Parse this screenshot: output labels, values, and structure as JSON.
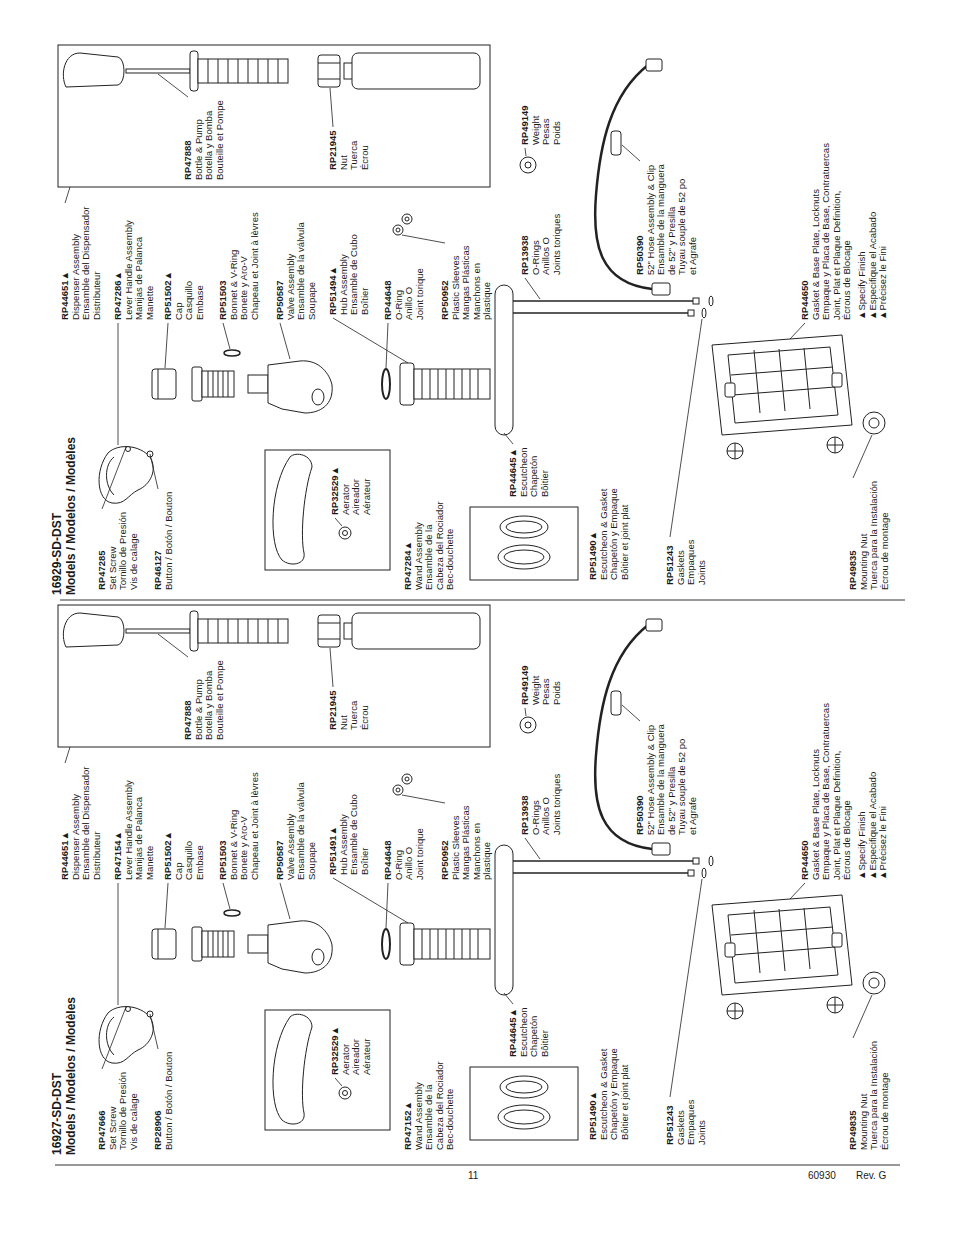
{
  "diagram": {
    "labels": [
      "16927-SD-DST",
      "Models / Modelos / Modèles",
      "RP47666",
      "Set Screw",
      "Tornillo de Presión",
      "Vis de calage",
      "RP28906",
      "Button / Botón / Bouton",
      "RP32529▲",
      "Aerator",
      "Aireador",
      "Aérateur",
      "RP47152▲",
      "Wand Assembly",
      "Ensamble de la",
      "Cabeza del Rociador",
      "Bec-douchette",
      "RP44645▲",
      "Escutcheon",
      "Chapetón",
      "Bôitier",
      "RP51490▲",
      "Escutcheon & Gasket",
      "Chapetón y Empaque",
      "Bôitier et joint plat",
      "RP51243",
      "Gaskets",
      "Empaques",
      "Joints",
      "RP49835",
      "Mounting Nut",
      "Tuerca para la Instalación",
      "Écrou de montage",
      "RP44651▲",
      "Dispenser Assembly",
      "Ensamble del Dispensador",
      "Distributeur",
      "RP47154▲",
      "Lever Handle Assembly",
      "Manijas de Palanca",
      "Manette",
      "RP51502▲",
      "Cap",
      "Casquillo",
      "Embase",
      "RP51503",
      "Bonnet & V-Ring",
      "Bonete y Aro-V",
      "Chapeau et Joint à lèvres",
      "RP50587",
      "Valve Assembly",
      "Ensamble de la válvula",
      "Soupape",
      "RP51491▲",
      "Hub Assembly",
      "Ensamble de Cubo",
      "Boîtier",
      "RP44648",
      "O-Ring",
      "Anillo O",
      "Joint torique",
      "RP50952",
      "Plastic Sleeves",
      "Mangas Plásticas",
      "Manchons en",
      "plastique",
      "RP13938",
      "O-Rings",
      "Anillos O",
      "Joints toriques",
      "RP47888",
      "Bottle & Pump",
      "Botella y Bomba",
      "Bouteille et Pompe",
      "RP21945",
      "Nut",
      "Tuerca",
      "Écrou",
      "RP49149",
      "Weight",
      "Pesas",
      "Poids",
      "RP50390",
      "52\" Hose Assembly & Clip",
      "Ensamble de la manguera",
      "de 52\" y Presilla",
      "Tuyau souple de 52 po",
      "et Agrafe",
      "RP44650",
      "Gasket & Base Plate, Locknuts",
      "Empaque y Placa de Base, Contratuercas",
      "Joint, Plat et Plaque Definition,",
      "Écrous de Blocage",
      "▲Specify Finish",
      "▲Especifique el Acabado",
      "▲Précisez le Fini",
      "16929-SD-DST",
      "Models / Modelos / Modèles",
      "RP47285",
      "Set Screw",
      "Tornillo de Presión",
      "Vis de calage",
      "RP46127",
      "Button / Botón / Bouton",
      "RP32529▲",
      "Aerator",
      "Aireador",
      "Aérateur",
      "RP47284▲",
      "Wand Assembly",
      "Ensamble de la",
      "Cabeza del Rociador",
      "Bec-douchette",
      "RP44645▲",
      "Escutcheon",
      "Chapetón",
      "Bôitier",
      "RP51490▲",
      "Escutcheon & Gasket",
      "Chapetón y Empaque",
      "Bôitier et joint plat",
      "RP51243",
      "Gaskets",
      "Empaques",
      "Joints",
      "RP49835",
      "Mounting Nut",
      "Tuerca para la Instalación",
      "Écrou de montage",
      "RP44651▲",
      "Dispenser Assembly",
      "Ensamble del Dispensador",
      "Distributeur",
      "RP47286▲",
      "Lever Handle Assembly",
      "Manijas de Palanca",
      "Manette",
      "RP51502▲",
      "Cap",
      "Casquillo",
      "Embase",
      "RP51503",
      "Bonnet & V-Ring",
      "Bonete y Aro-V",
      "Chapeau et Joint à lèvres",
      "RP50587",
      "Valve Assembly",
      "Ensamble de la válvula",
      "Soupape",
      "RP51494▲",
      "Hub Assembly",
      "Ensamble de Cubo",
      "Boîtier",
      "RP44648",
      "O-Ring",
      "Anillo O",
      "Joint torique",
      "RP50952",
      "Plastic Sleeves",
      "Mangas Plásticas",
      "Manchons en",
      "plastique",
      "RP13938",
      "O-Rings",
      "Anillos O",
      "Joints toriques",
      "RP47888",
      "Bottle & Pump",
      "Botella y Bomba",
      "Bouteille et Pompe",
      "RP21945",
      "Nut",
      "Tuerca",
      "Écrou",
      "RP49149",
      "Weight",
      "Pesas",
      "Poids",
      "RP50390",
      "52\" Hose Assembly & Clip",
      "Ensamble de la manguera",
      "de 52\" y Presilla",
      "Tuyau souple de 52 po",
      "et Agrafe",
      "RP44650",
      "Gasket & Base Plate, Locknuts",
      "Empaque y Placa de Base, Contratuercas",
      "Joint, Plat et Plaque Definition,",
      "Écrous de Blocage",
      "▲Specify Finish",
      "▲Especifique el Acabado",
      "▲Précisez le Fini",
      "11",
      "60930",
      "Rev. G"
    ]
  }
}
